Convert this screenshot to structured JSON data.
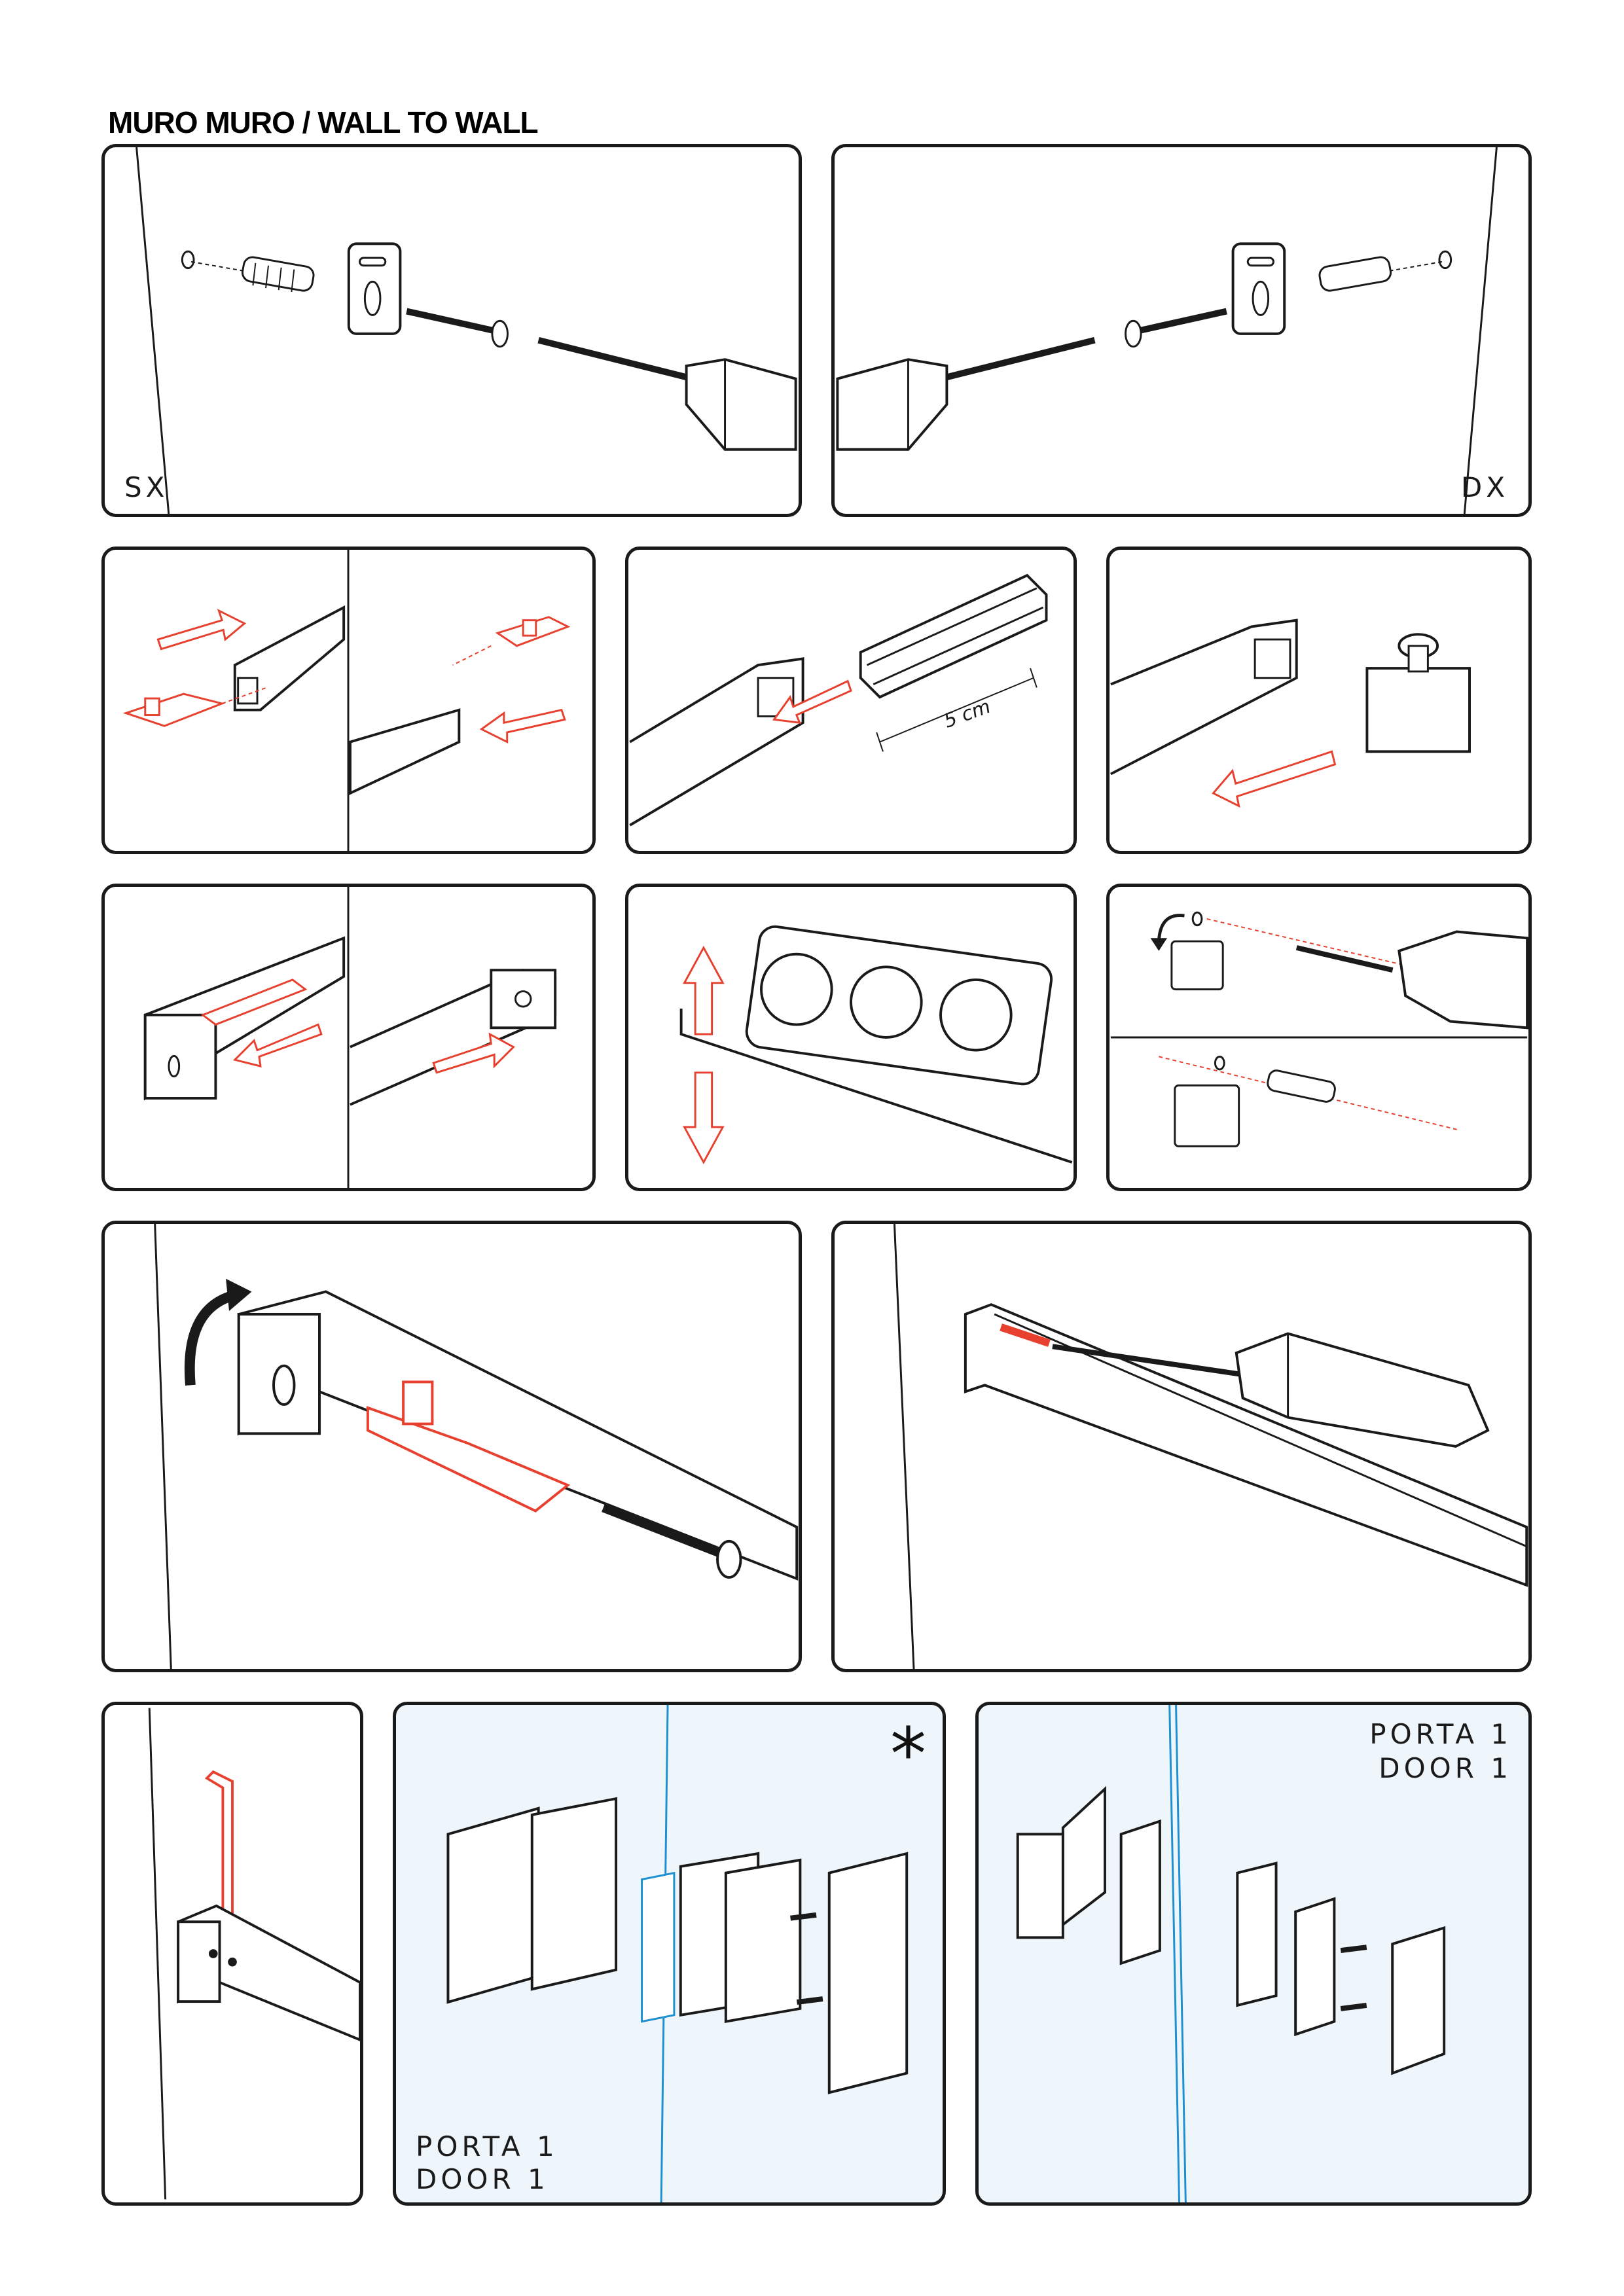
{
  "header": {
    "title": "MURO MURO / WALL TO WALL"
  },
  "panels": {
    "p1": {
      "label": "SX"
    },
    "p2": {
      "label": "DX"
    },
    "p5": {
      "measure": "5 cm"
    },
    "p15": {
      "line1": "PORTA 1",
      "line2": "DOOR 1",
      "mark": "*"
    },
    "p16": {
      "line1": "PORTA 1",
      "line2": "DOOR 1"
    }
  },
  "colors": {
    "outline": "#1a1a1a",
    "accent": "#e8402e",
    "glass_line": "#1e90d0",
    "glass_fill": "#eef5fb"
  }
}
